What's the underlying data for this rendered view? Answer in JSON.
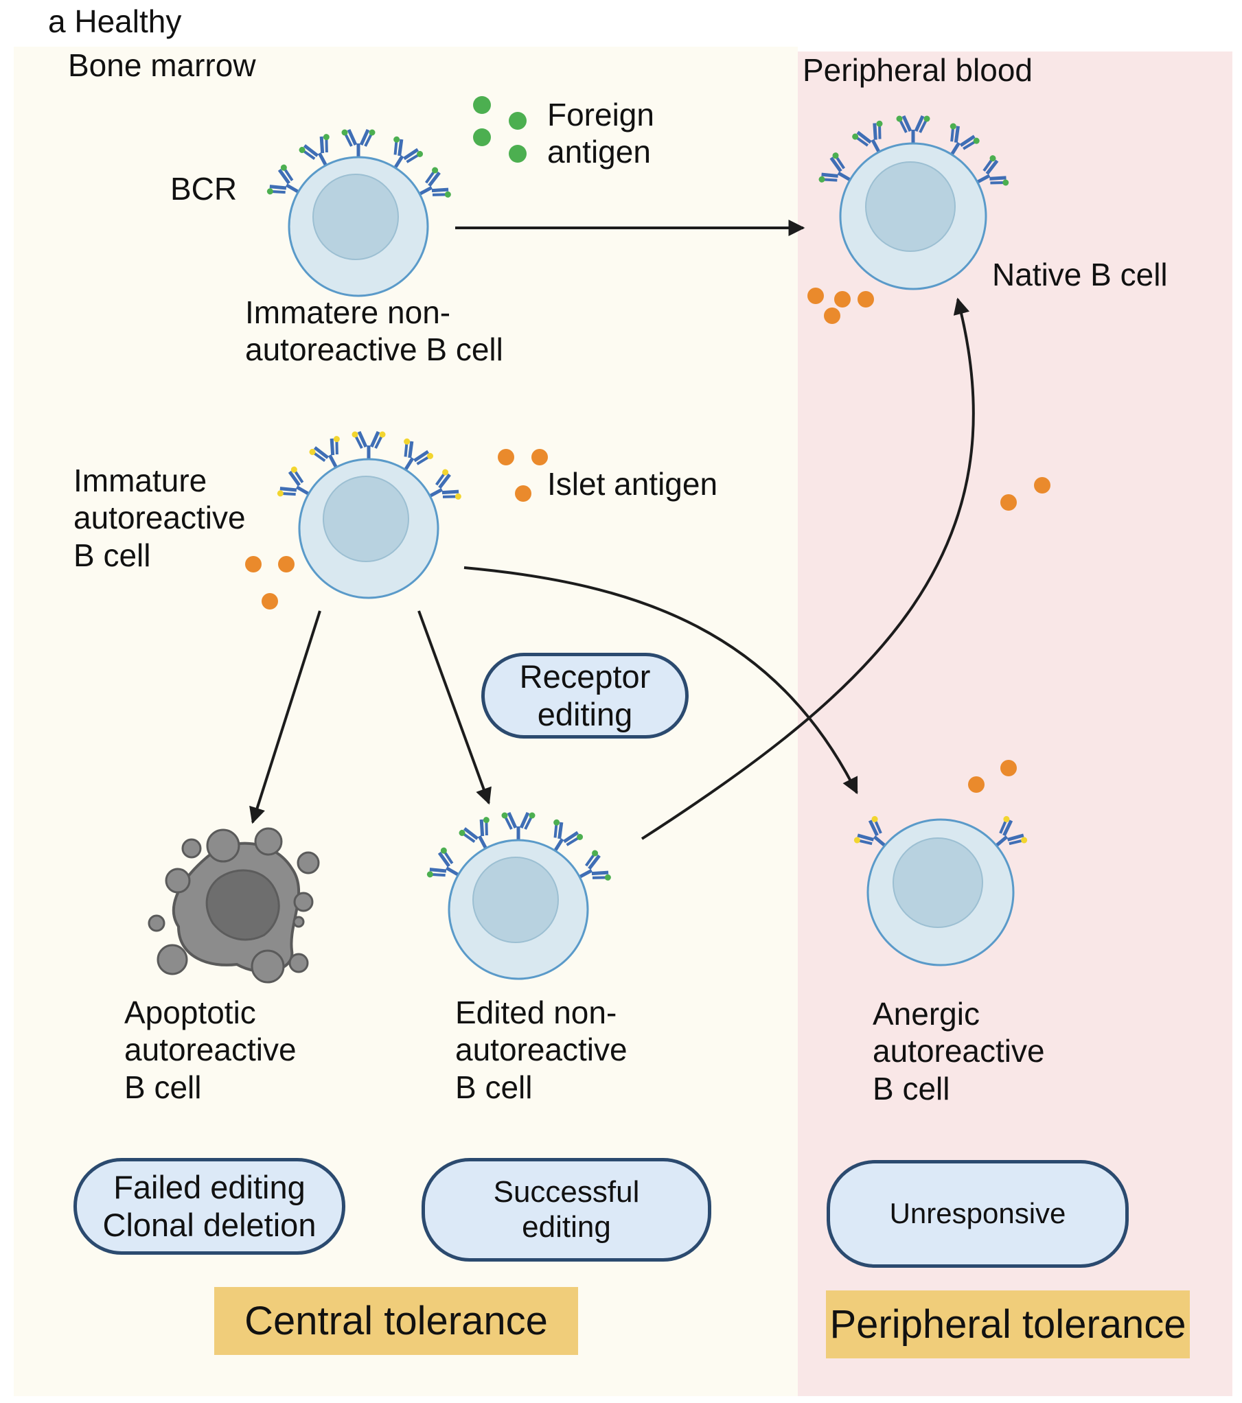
{
  "figure": {
    "panel_title": "a Healthy",
    "regions": {
      "bone_marrow": "Bone marrow",
      "peripheral_blood": "Peripheral blood"
    },
    "labels": {
      "bcr": "BCR",
      "foreign_antigen": [
        "Foreign",
        "antigen"
      ],
      "islet_antigen": "Islet antigen",
      "immature_non_autoreactive": [
        "Immatere non-",
        "autoreactive B cell"
      ],
      "immature_autoreactive": [
        "Immature",
        "autoreactive",
        "B cell"
      ],
      "native_b_cell": "Native B cell",
      "apoptotic": [
        "Apoptotic",
        "autoreactive",
        "B cell"
      ],
      "edited": [
        "Edited non-",
        "autoreactive",
        "B cell"
      ],
      "anergic": [
        "Anergic",
        "autoreactive",
        "B cell"
      ]
    },
    "pills": {
      "receptor_editing": "Receptor\nediting",
      "failed_editing": "Failed editing\nClonal deletion",
      "successful_editing": "Successful\nediting",
      "unresponsive": "Unresponsive"
    },
    "banners": {
      "central": "Central tolerance",
      "peripheral": "Peripheral tolerance"
    },
    "colors": {
      "bone_marrow_bg": "#fdfbf2",
      "peripheral_bg": "#f9e7e7",
      "cell_fill": "#d9e8f0",
      "cell_stroke": "#5a9ac9",
      "nucleus_fill": "#b8d2e0",
      "antibody": "#3f6eb5",
      "foreign_antigen": "#4caf50",
      "islet_antigen": "#ea8a2c",
      "autoreactive_tip": "#f2d52f",
      "apoptotic": "#7d7d7d",
      "arrow": "#1c1c1c",
      "pill_fill": "#dce9f7",
      "pill_border": "#2b4a6f",
      "banner": "#f0cd7a"
    },
    "icons": [
      "b-cell-icon",
      "antibody-icon",
      "antigen-dot-icon",
      "apoptotic-cell-icon",
      "arrow-icon"
    ]
  }
}
